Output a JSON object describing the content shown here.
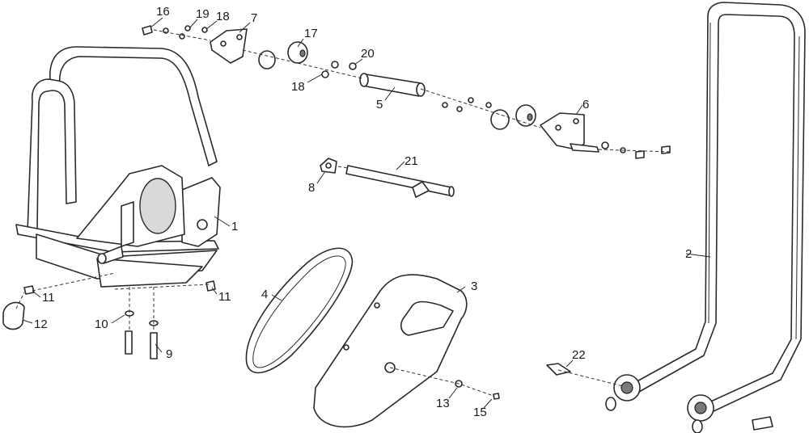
{
  "figure": {
    "labels": {
      "p1": "1",
      "p2": "2",
      "p3": "3",
      "p4": "4",
      "p5": "5",
      "p6": "6",
      "p7": "7",
      "p8": "8",
      "p9": "9",
      "p10": "10",
      "p11a": "11",
      "p11b": "11",
      "p12": "12",
      "p13": "13",
      "p15": "15",
      "p16": "16",
      "p17": "17",
      "p18a": "18",
      "p18b": "18",
      "p19": "19",
      "p20": "20",
      "p21": "21",
      "p22": "22"
    }
  }
}
